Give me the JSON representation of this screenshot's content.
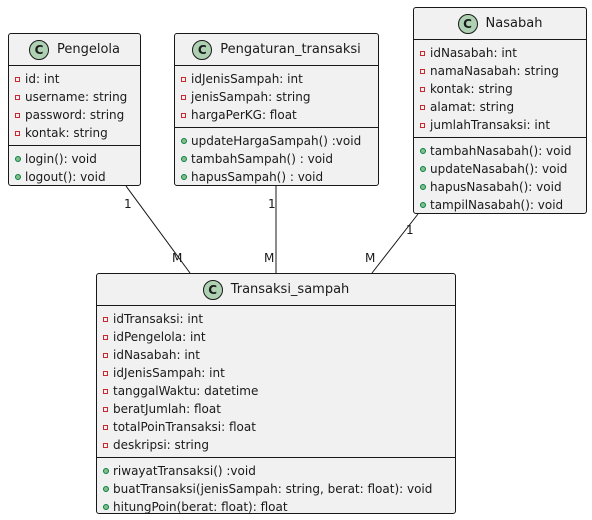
{
  "classes": {
    "pengelola": {
      "name": "Pengelola",
      "attributes": [
        "id: int",
        "username: string",
        "password: string",
        "kontak: string"
      ],
      "methods": [
        "login(): void",
        "logout(): void"
      ]
    },
    "pengaturan": {
      "name": "Pengaturan_transaksi",
      "attributes": [
        "idJenisSampah: int",
        "jenisSampah: string",
        "hargaPerKG: float"
      ],
      "methods": [
        "updateHargaSampah() :void",
        "tambahSampah() : void",
        "hapusSampah() : void"
      ]
    },
    "nasabah": {
      "name": "Nasabah",
      "attributes": [
        "idNasabah: int",
        "namaNasabah: string",
        "kontak: string",
        "alamat: string",
        "jumlahTransaksi: int"
      ],
      "methods": [
        "tambahNasabah(): void",
        "updateNasabah(): void",
        "hapusNasabah(): void",
        "tampilNasabah(): void"
      ]
    },
    "transaksi": {
      "name": "Transaksi_sampah",
      "attributes": [
        "idTransaksi: int",
        "idPengelola: int",
        "idNasabah: int",
        "idJenisSampah: int",
        "tanggalWaktu: datetime",
        "beratJumlah: float",
        "totalPoinTransaksi: float",
        "deskripsi: string"
      ],
      "methods": [
        "riwayatTransaksi() :void",
        "buatTransaksi(jenisSampah: string, berat: float): void",
        "hitungPoin(berat: float): float"
      ]
    }
  },
  "stereotype_letter": "C",
  "relations": [
    {
      "from": "Pengelola",
      "to": "Transaksi_sampah",
      "from_mult": "1",
      "to_mult": "M"
    },
    {
      "from": "Pengaturan_transaksi",
      "to": "Transaksi_sampah",
      "from_mult": "1",
      "to_mult": "M"
    },
    {
      "from": "Nasabah",
      "to": "Transaksi_sampah",
      "from_mult": "1",
      "to_mult": "M"
    }
  ],
  "colors": {
    "box_fill": "#f1f1f1",
    "border": "#181818",
    "stereotype_circle": "#add1b2",
    "private_marker": "#c82930",
    "public_marker": "#84be84"
  }
}
